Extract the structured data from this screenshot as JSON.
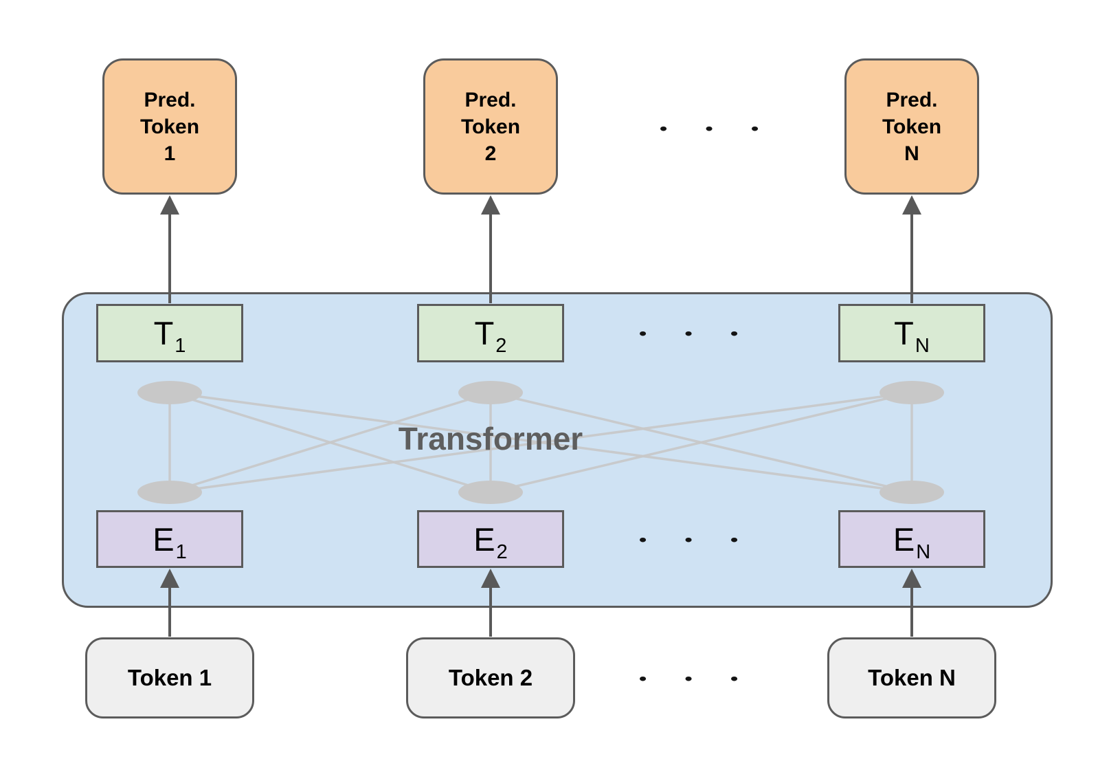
{
  "colors": {
    "pred_fill": "#F9CB9C",
    "container_fill": "#CFE2F3",
    "t_fill": "#D9EAD3",
    "e_fill": "#D9D2E9",
    "token_fill": "#EFEFEF",
    "box_border": "#5B5B5B",
    "arrow_gray": "#595959",
    "node_gray": "#C8C8C8",
    "label_gray": "#5E5E5E"
  },
  "transformer_label": "Transformer",
  "ellipsis_dots": "● ● ●",
  "columns": [
    {
      "pred_line1": "Pred.",
      "pred_line2": "Token",
      "pred_line3": "1",
      "t_base": "T",
      "t_sub": "1",
      "e_base": "E",
      "e_sub": "1",
      "token_label": "Token 1"
    },
    {
      "pred_line1": "Pred.",
      "pred_line2": "Token",
      "pred_line3": "2",
      "t_base": "T",
      "t_sub": "2",
      "e_base": "E",
      "e_sub": "2",
      "token_label": "Token 2"
    },
    {
      "pred_line1": "Pred.",
      "pred_line2": "Token",
      "pred_line3": "N",
      "t_base": "T",
      "t_sub": "N",
      "e_base": "E",
      "e_sub": "N",
      "token_label": "Token N"
    }
  ]
}
